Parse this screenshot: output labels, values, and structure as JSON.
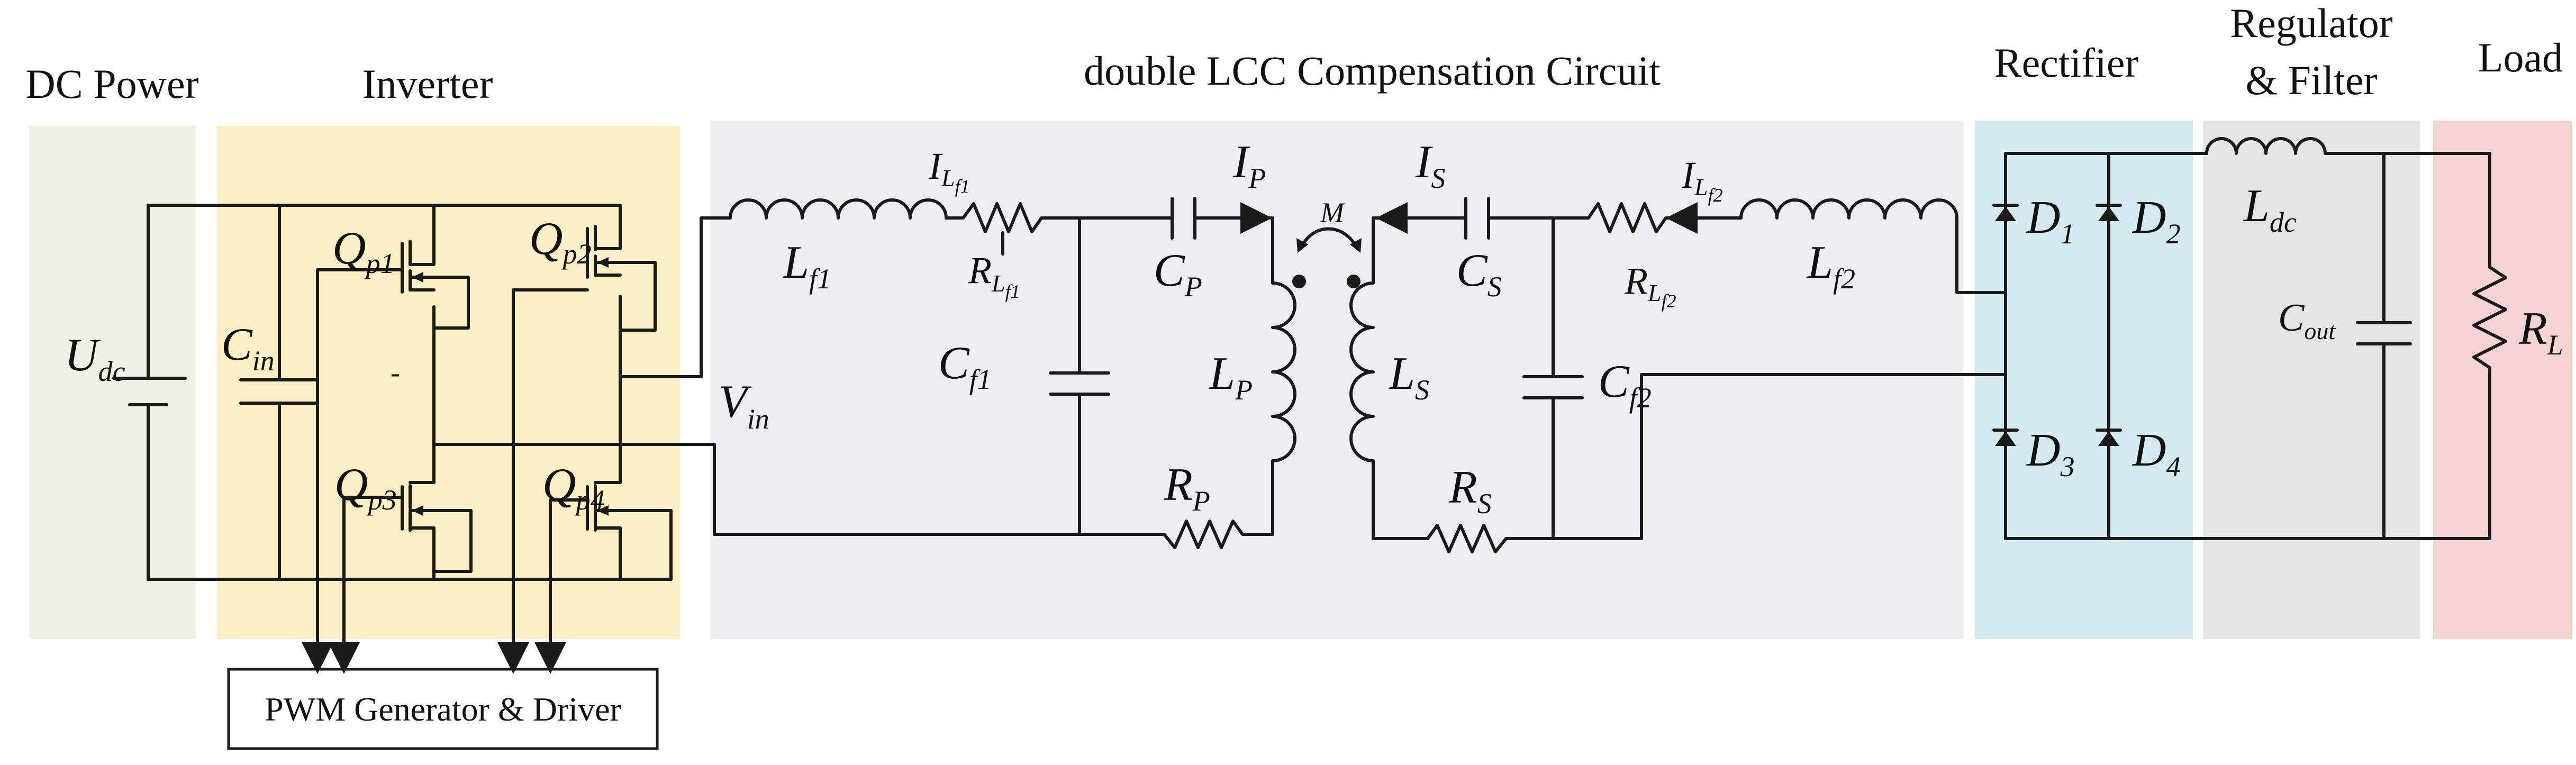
{
  "sections": {
    "dc_power": "DC Power",
    "inverter": "Inverter",
    "compensation": "double LCC Compensation Circuit",
    "rectifier": "Rectifier",
    "regulator_line1": "Regulator",
    "regulator_line2": "& Filter",
    "load": "Load"
  },
  "colors": {
    "dc_power_bg": "#eef2e4",
    "inverter_bg": "#fcefc4",
    "compensation_bg": "#efedf4",
    "rectifier_bg": "#d3eaf0",
    "regulator_bg": "#e5e5e5",
    "load_bg": "#f3d4d2"
  },
  "labels": {
    "u": "U",
    "u_sub": "dc",
    "c_in": "C",
    "c_in_sub": "in",
    "qp1": "Q",
    "qp1_sub": "p1",
    "qp2": "Q",
    "qp2_sub": "p2",
    "qp3": "Q",
    "qp3_sub": "p3",
    "qp4": "Q",
    "qp4_sub": "p4",
    "dot": "-",
    "vin": "V",
    "vin_sub": "in",
    "lf1": "L",
    "lf1_sub": "f1",
    "ilf1": "I",
    "ilf1_sub": "L",
    "ilf1_ssub": "f1",
    "rlf1": "R",
    "rlf1_sub": "L",
    "rlf1_ssub": "f1",
    "cf1": "C",
    "cf1_sub": "f1",
    "cp": "C",
    "cp_sub": "P",
    "ip": "I",
    "ip_sub": "P",
    "lp": "L",
    "lp_sub": "P",
    "rp": "R",
    "rp_sub": "P",
    "m": "M",
    "is": "I",
    "is_sub": "S",
    "cs": "C",
    "cs_sub": "S",
    "ls": "L",
    "ls_sub": "S",
    "rs": "R",
    "rs_sub": "S",
    "rlf2": "R",
    "rlf2_sub": "L",
    "rlf2_ssub": "f2",
    "ilf2": "I",
    "ilf2_sub": "L",
    "ilf2_ssub": "f2",
    "lf2": "L",
    "lf2_sub": "f2",
    "cf2": "C",
    "cf2_sub": "f2",
    "d1": "D",
    "d1_sub": "1",
    "d2": "D",
    "d2_sub": "2",
    "d3": "D",
    "d3_sub": "3",
    "d4": "D",
    "d4_sub": "4",
    "ldc": "L",
    "ldc_sub": "dc",
    "cout": "C",
    "cout_sub": "out",
    "rl": "R",
    "rl_sub": "L"
  },
  "pwm": "PWM Generator & Driver"
}
